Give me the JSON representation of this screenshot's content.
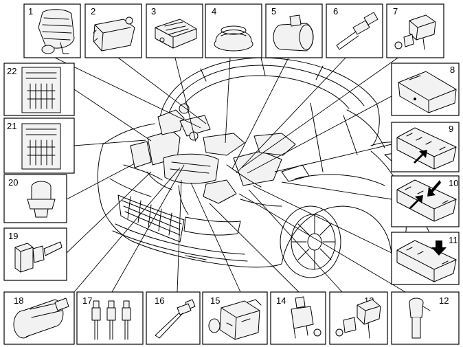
{
  "components": [
    {
      "number": "1",
      "icon": "throttle-body-icon"
    },
    {
      "number": "2",
      "icon": "pressure-sensor-icon"
    },
    {
      "number": "3",
      "icon": "relay-module-icon"
    },
    {
      "number": "4",
      "icon": "sensor-cap-icon"
    },
    {
      "number": "5",
      "icon": "air-mass-meter-icon"
    },
    {
      "number": "6",
      "icon": "glow-plug-icon"
    },
    {
      "number": "7",
      "icon": "solenoid-valve-icon"
    },
    {
      "number": "8",
      "icon": "relay-box-icon"
    },
    {
      "number": "9",
      "icon": "fuse-box-arrow-icon"
    },
    {
      "number": "10",
      "icon": "fuse-box-double-arrow-icon"
    },
    {
      "number": "11",
      "icon": "fuse-box-arrow-down-icon"
    },
    {
      "number": "12",
      "icon": "speed-sensor-icon"
    },
    {
      "number": "13",
      "icon": "solenoid-valve-icon"
    },
    {
      "number": "14",
      "icon": "solenoid-valve-icon"
    },
    {
      "number": "15",
      "icon": "injection-pump-icon"
    },
    {
      "number": "16",
      "icon": "injector-icon"
    },
    {
      "number": "17",
      "icon": "glow-plugs-icon"
    },
    {
      "number": "18",
      "icon": "egr-valve-icon"
    },
    {
      "number": "19",
      "icon": "temperature-sensor-icon"
    },
    {
      "number": "20",
      "icon": "pressure-switch-icon"
    },
    {
      "number": "21",
      "icon": "control-module-icon"
    },
    {
      "number": "22",
      "icon": "control-module-icon"
    }
  ]
}
